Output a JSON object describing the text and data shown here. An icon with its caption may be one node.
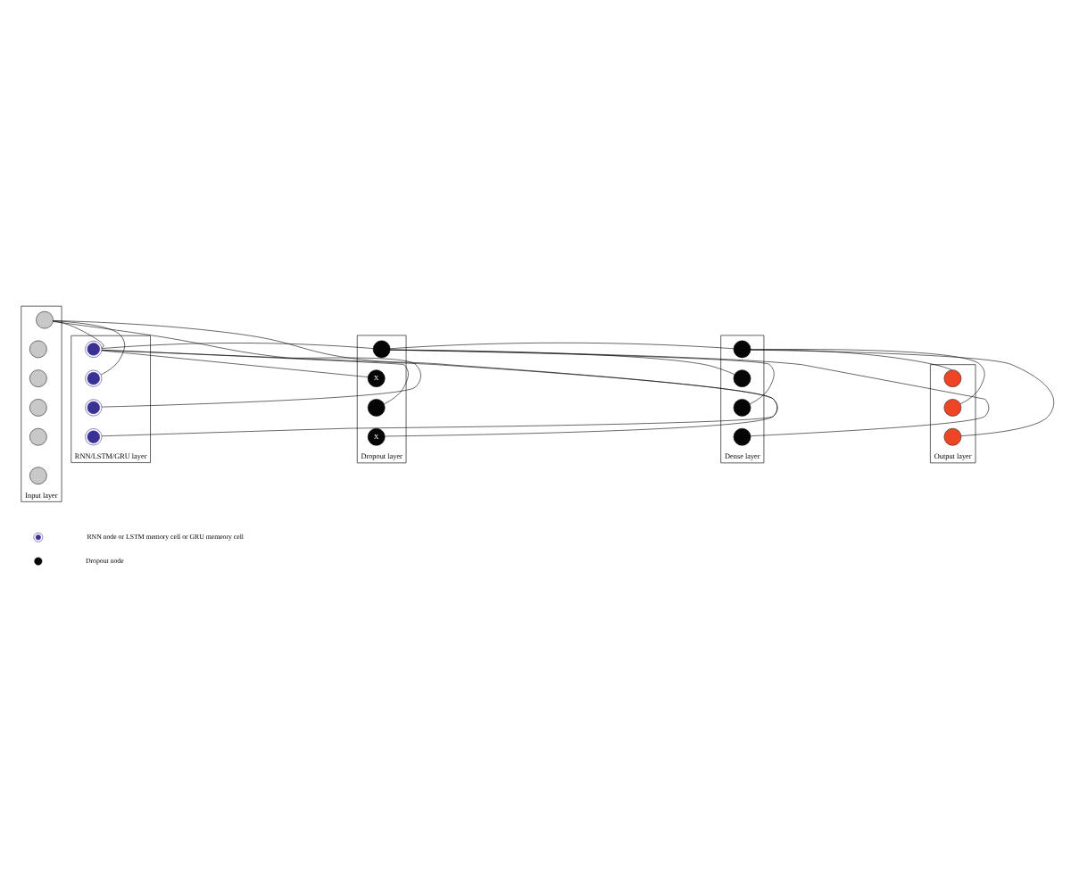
{
  "diagram": {
    "nodes": [
      {
        "text": [
          "Input layer"
        ]
      },
      {
        "text": [],
        "shape": "circle",
        "in": 0
      },
      {
        "text": [],
        "shape": "circle",
        "in": 0
      },
      {
        "text": [],
        "shape": "circle",
        "in": 0
      },
      {
        "text": [],
        "shape": "circle",
        "in": 0
      },
      {
        "text": [],
        "shape": "circle",
        "in": 0
      },
      {
        "text": [],
        "shape": "circle",
        "in": 0
      },
      {
        "text": [
          "RNN/LSTM/GRU layer"
        ]
      },
      {
        "text": [],
        "shape": "circle",
        "in": 7
      },
      {
        "text": [],
        "shape": "circle",
        "in": 7
      },
      {
        "text": [],
        "shape": "circle",
        "in": 7
      },
      {
        "text": [],
        "shape": "circle",
        "in": 7
      },
      {
        "text": [
          "Dropout layer"
        ]
      },
      {
        "text": [],
        "shape": "circle",
        "in": 12
      },
      {
        "text": [
          "X"
        ],
        "in": 12
      },
      {
        "text": [],
        "shape": "circle",
        "in": 12
      },
      {
        "text": [
          "X"
        ],
        "in": 12
      },
      {
        "text": [
          "Dense layer"
        ]
      },
      {
        "text": [],
        "shape": "circle",
        "in": 17
      },
      {
        "text": [],
        "shape": "circle",
        "in": 17
      },
      {
        "text": [],
        "shape": "circle",
        "in": 17
      },
      {
        "text": [],
        "shape": "circle",
        "in": 17
      },
      {
        "text": [
          "Output layer"
        ]
      },
      {
        "text": [],
        "shape": "circle",
        "in": 22
      },
      {
        "text": [],
        "shape": "circle",
        "in": 22
      },
      {
        "text": [],
        "shape": "circle",
        "in": 22
      }
    ],
    "edges": [
      {
        "from": 1,
        "to": 8,
        "arrow": "none"
      },
      {
        "from": 1,
        "to": 9,
        "arrow": "none"
      },
      {
        "from": 1,
        "to": 10,
        "arrow": "none"
      },
      {
        "from": 1,
        "to": 11,
        "arrow": "none"
      },
      {
        "from": 8,
        "to": 13,
        "arrow": "none"
      },
      {
        "from": 8,
        "to": 14,
        "arrow": "none"
      },
      {
        "from": 8,
        "to": 15,
        "arrow": "none"
      },
      {
        "from": 8,
        "to": 16,
        "arrow": "none"
      },
      {
        "from": 13,
        "to": 18,
        "arrow": "none"
      },
      {
        "from": 13,
        "to": 19,
        "arrow": "none"
      },
      {
        "from": 13,
        "to": 20,
        "arrow": "none"
      },
      {
        "from": 13,
        "to": 21,
        "arrow": "none"
      },
      {
        "from": 18,
        "to": 23,
        "arrow": "none"
      },
      {
        "from": 18,
        "to": 24,
        "arrow": "none"
      },
      {
        "from": 18,
        "to": 25,
        "arrow": "none"
      }
    ],
    "legend": [
      {
        "text": "RNN node or LSTM memory cell or GRU memeory cell"
      },
      {
        "text": "Dropout node"
      }
    ]
  }
}
